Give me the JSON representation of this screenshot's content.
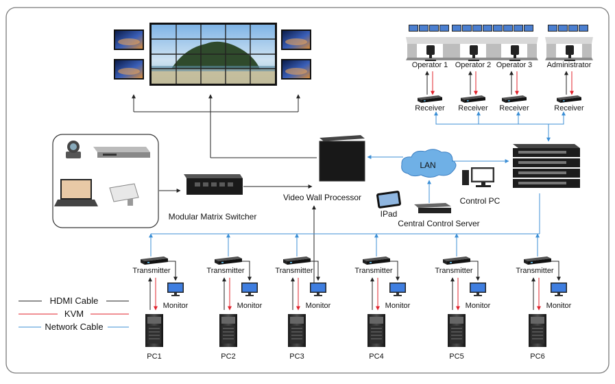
{
  "labels": {
    "operators": [
      "Operator 1",
      "Operator 2",
      "Operator 3",
      "Administrator"
    ],
    "receiver": "Receiver",
    "lan": "LAN",
    "video_wall_processor": "Video Wall Processor",
    "modular_matrix_switcher": "Modular Matrix Switcher",
    "ipad": "IPad",
    "central_control_server": "Central Control Server",
    "control_pc": "Control PC",
    "transmitter": "Transmitter",
    "monitor": "Monitor",
    "pcs": [
      "PC1",
      "PC2",
      "PC3",
      "PC4",
      "PC5",
      "PC6"
    ]
  },
  "legend": {
    "hdmi": "HDMI Cable",
    "kvm": "KVM",
    "network": "Network Cable"
  },
  "colors": {
    "hdmi": "#222222",
    "kvm": "#e0202a",
    "network": "#3c8fd6"
  }
}
